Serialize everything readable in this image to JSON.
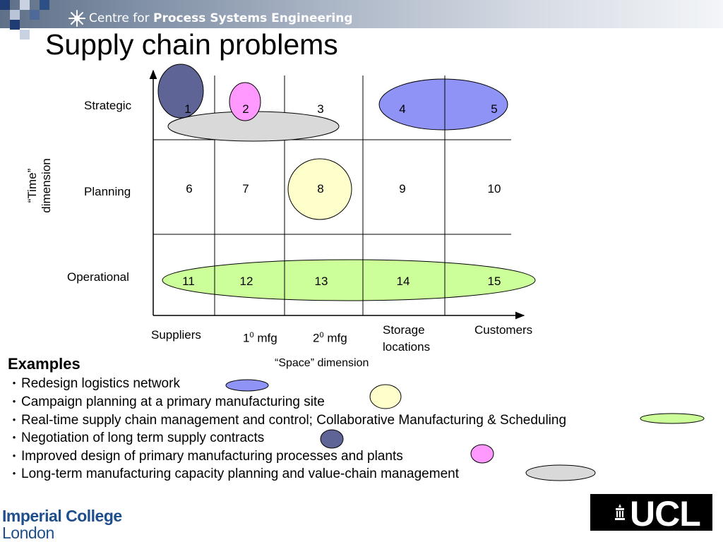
{
  "header": {
    "org_prefix": "Centre for ",
    "org_bold": "Process Systems Engineering"
  },
  "title": "Supply chain problems",
  "diagram": {
    "rows": [
      "Strategic",
      "Planning",
      "Operational"
    ],
    "columns": [
      "Suppliers",
      "1",
      "mfg",
      "2",
      "mfg",
      "Storage",
      "locations",
      "Customers"
    ],
    "axis_x_label": "“Space” dimension",
    "axis_y_label_line1": "“Time”",
    "axis_y_label_line2": "dimension",
    "cells": [
      "1",
      "2",
      "3",
      "4",
      "5",
      "6",
      "7",
      "8",
      "9",
      "10",
      "11",
      "12",
      "13",
      "14",
      "15"
    ],
    "superscript": "0"
  },
  "examples": {
    "heading": "Examples",
    "items": [
      {
        "text": "Redesign logistics network",
        "color": "#8f93f5"
      },
      {
        "text": "Campaign planning at a primary manufacturing site",
        "color": "#ffffcc"
      },
      {
        "text": "Real-time supply chain management and control; Collaborative Manufacturing & Scheduling",
        "color": "#ccff99"
      },
      {
        "text": "Negotiation of long term supply contracts",
        "color": "#5f6497"
      },
      {
        "text": "Improved design of primary manufacturing processes and plants",
        "color": "#ff99ff"
      },
      {
        "text": "Long-term manufacturing capacity planning and value-chain management",
        "color": "#d9d9d9"
      }
    ]
  },
  "footer": {
    "left_logo_line1": "Imperial College",
    "left_logo_line2": "London",
    "right_logo": "UCL"
  },
  "colors": {
    "strategic_navy": "#5f6497",
    "pink": "#ff99ff",
    "grey": "#d9d9d9",
    "blue": "#8f93f5",
    "yellow": "#ffffcc",
    "green": "#ccff99"
  }
}
